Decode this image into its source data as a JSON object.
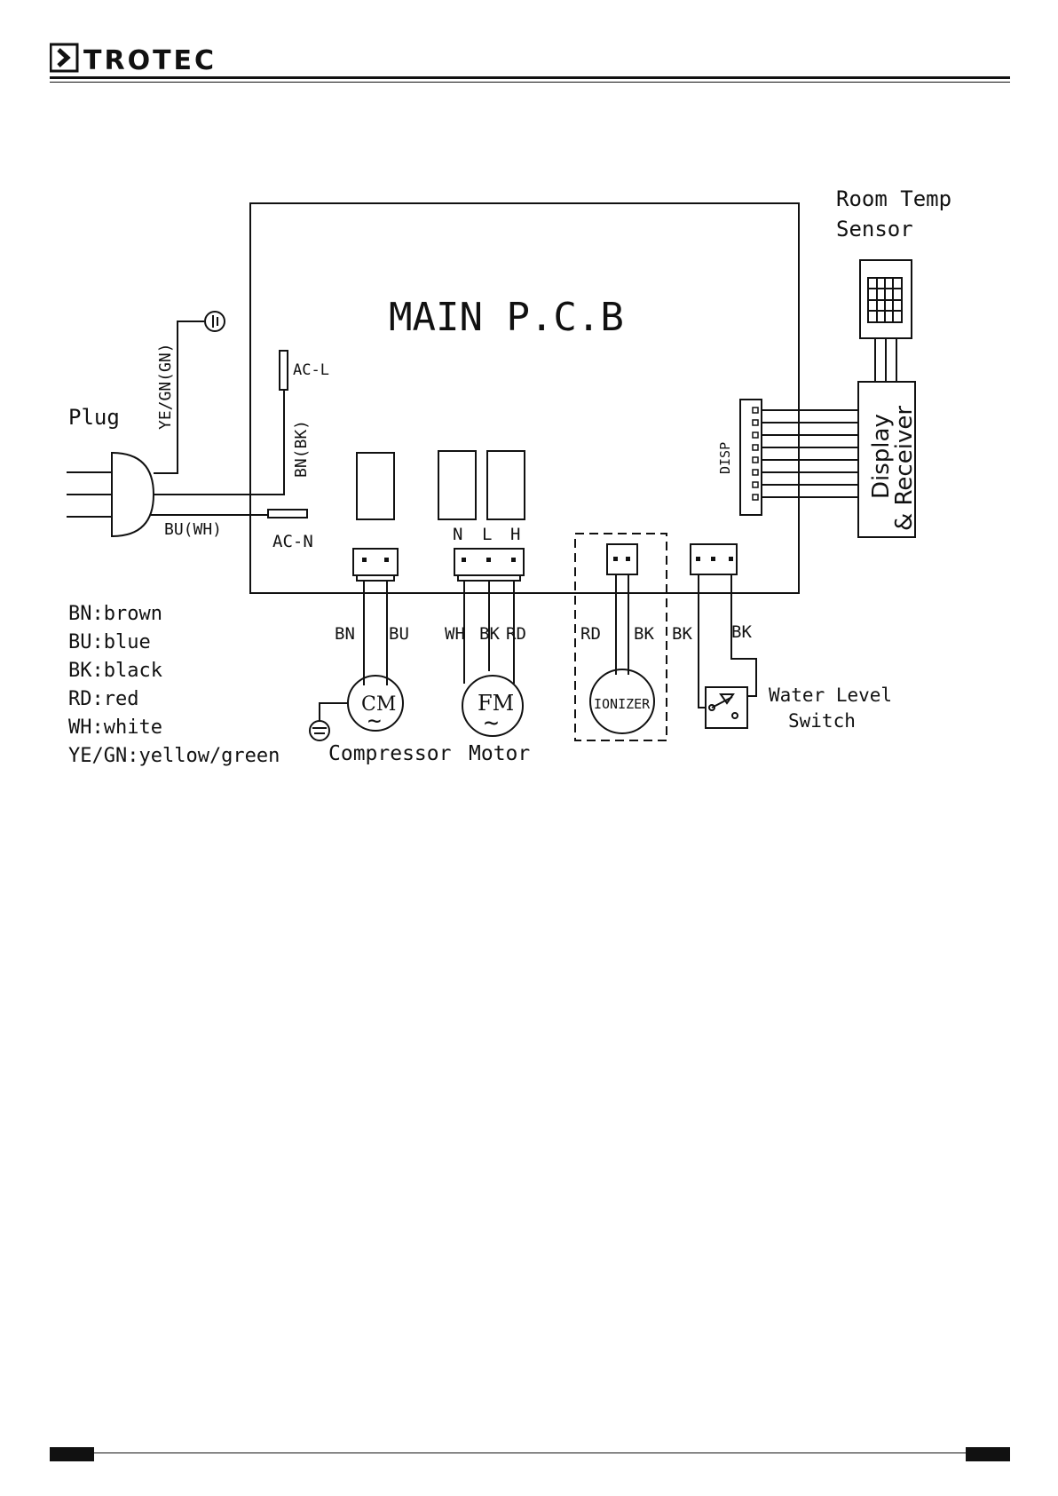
{
  "brand": {
    "name": "TROTEC"
  },
  "diagram": {
    "board_title": "MAIN P.C.B",
    "sensor_label_line1": "Room Temp",
    "sensor_label_line2": "Sensor",
    "display_label_line1": "Display",
    "display_label_line2": "& Receiver",
    "disp_connector": "DISP",
    "plug_label": "Plug",
    "ac_l": "AC-L",
    "ac_n": "AC-N",
    "wire_ground": "YE/GN(GN)",
    "wire_live": "BN(BK)",
    "wire_neutral": "BU(WH)",
    "fan_terminals": [
      "N",
      "L",
      "H"
    ],
    "compressor_wires": [
      "BN",
      "BU"
    ],
    "motor_wires": [
      "WH",
      "BK",
      "RD"
    ],
    "ionizer_wires": [
      "RD",
      "BK"
    ],
    "switch_wires": [
      "BK",
      "BK"
    ],
    "compressor_symbol": "CM",
    "motor_symbol": "FM",
    "tilde": "~",
    "ionizer_label": "IONIZER",
    "compressor_label": "Compressor",
    "motor_label": "Motor",
    "switch_label_line1": "Water Level",
    "switch_label_line2": "Switch"
  },
  "legend": [
    "BN:brown",
    "BU:blue",
    "BK:black",
    "RD:red",
    "WH:white",
    "YE/GN:yellow/green"
  ]
}
